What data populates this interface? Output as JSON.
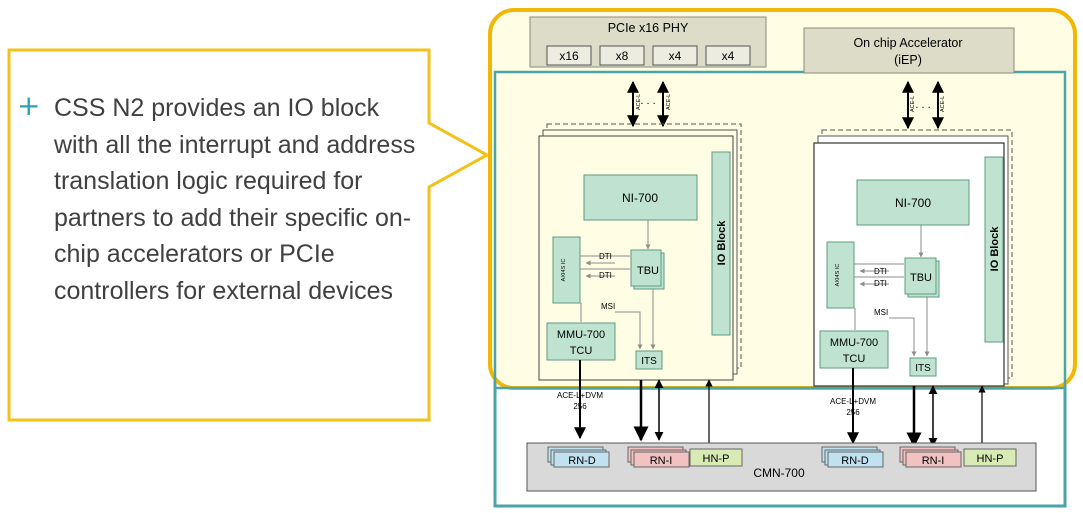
{
  "callout": {
    "bullet_icon": "plus-icon",
    "text": "CSS N2 provides an IO block with all the interrupt and address translation logic required for partners to add their specific on-chip accelerators or PCIe controllers for external devices"
  },
  "pcie_phy": {
    "title": "PCIe x16 PHY",
    "lanes": [
      "x16",
      "x8",
      "x4",
      "x4"
    ]
  },
  "accelerator": {
    "line1": "On chip Accelerator",
    "line2": "(iEP)"
  },
  "link_label": "ACE-L",
  "io_blocks": [
    {
      "io_label": "IO Block",
      "ni": "NI-700",
      "axi": "AXI4S IC",
      "tbu": "TBU",
      "dti1": "DTI",
      "dti2": "DTI",
      "msi": "MSI",
      "tcu_line1": "MMU-700",
      "tcu_line2": "TCU",
      "its": "ITS",
      "ace_line1": "ACE-L+DVM",
      "ace_line2": "256"
    },
    {
      "io_label": "IO Block",
      "ni": "NI-700",
      "axi": "AXI4S IC",
      "tbu": "TBU",
      "dti1": "DTI",
      "dti2": "DTI",
      "msi": "MSI",
      "tcu_line1": "MMU-700",
      "tcu_line2": "TCU",
      "its": "ITS",
      "ace_line1": "ACE-L+DVM",
      "ace_line2": "256"
    }
  ],
  "cmn": {
    "title": "CMN-700",
    "nodes": [
      "RN-D",
      "RN-I",
      "HN-P",
      "RN-D",
      "RN-I",
      "HN-P"
    ]
  },
  "colors": {
    "callout_border": "#f2c21b",
    "outer_highlight": "#f2b705",
    "soc_border": "#4aa5a8",
    "fill_cream": "#fffde3",
    "green_block": "#bfe3d0",
    "green_border": "#5c9c80",
    "rn_d": "#bfe1f0",
    "rn_i": "#f2c2c2",
    "hn_p": "#d8ebb4",
    "cmn_fill": "#d9d9d9"
  }
}
